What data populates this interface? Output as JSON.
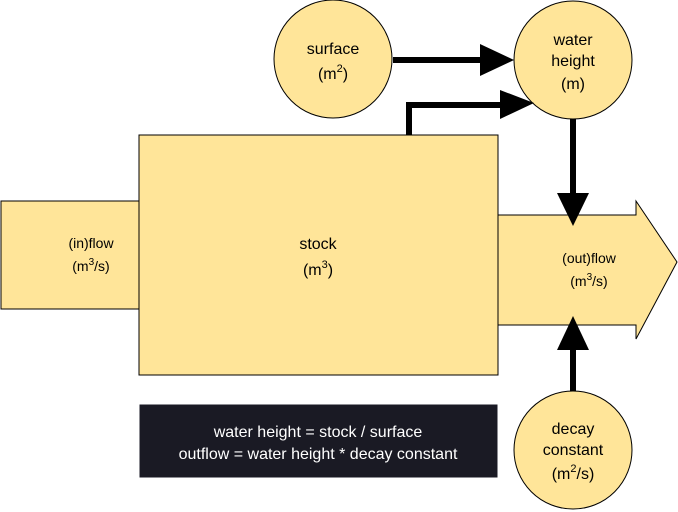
{
  "nodes": {
    "inflow": {
      "line1": "(in)flow",
      "unit_base": "(m",
      "unit_sup": "3",
      "unit_tail": "/s)"
    },
    "stock": {
      "line1": "stock",
      "unit_base": "(m",
      "unit_sup": "3",
      "unit_tail": ")"
    },
    "outflow": {
      "line1": "(out)flow",
      "unit_base": "(m",
      "unit_sup": "3",
      "unit_tail": "/s)"
    },
    "surface": {
      "line1": "surface",
      "unit_base": "(m",
      "unit_sup": "2",
      "unit_tail": ")"
    },
    "water_height": {
      "line1": "water",
      "line2": "height",
      "unit": "(m)"
    },
    "decay_constant": {
      "line1": "decay",
      "line2": "constant",
      "unit_base": "(m",
      "unit_sup": "2",
      "unit_tail": "/s)"
    }
  },
  "equations": {
    "line1": "water height = stock / surface",
    "line2": "outflow = water height * decay constant"
  },
  "colors": {
    "node_fill": "#ffe599",
    "equation_box": "#1a1a24"
  }
}
